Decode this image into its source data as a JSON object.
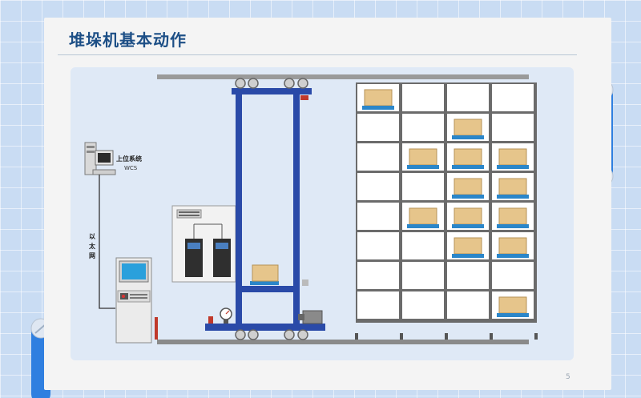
{
  "slide": {
    "title": "堆垛机基本动作",
    "page_number": "5"
  },
  "diagram": {
    "upper_system_label": "上位系统",
    "wcs_label": "WCS",
    "ethernet_label": [
      "以",
      "太",
      "网"
    ]
  },
  "colors": {
    "title": "#1d4f86",
    "mast": "#2a4aa8",
    "pallet": "#2b86c9",
    "box": "#e6c58b",
    "rack_frame": "#666666",
    "panel_bg": "#dfe9f6"
  },
  "rack": {
    "columns": 4,
    "rows": 8,
    "occupied_cells": [
      [
        0,
        0
      ],
      [
        1,
        2
      ],
      [
        2,
        1
      ],
      [
        2,
        2
      ],
      [
        2,
        3
      ],
      [
        3,
        2
      ],
      [
        3,
        3
      ],
      [
        4,
        1
      ],
      [
        4,
        2
      ],
      [
        4,
        3
      ],
      [
        5,
        2
      ],
      [
        5,
        3
      ],
      [
        7,
        3
      ]
    ]
  }
}
